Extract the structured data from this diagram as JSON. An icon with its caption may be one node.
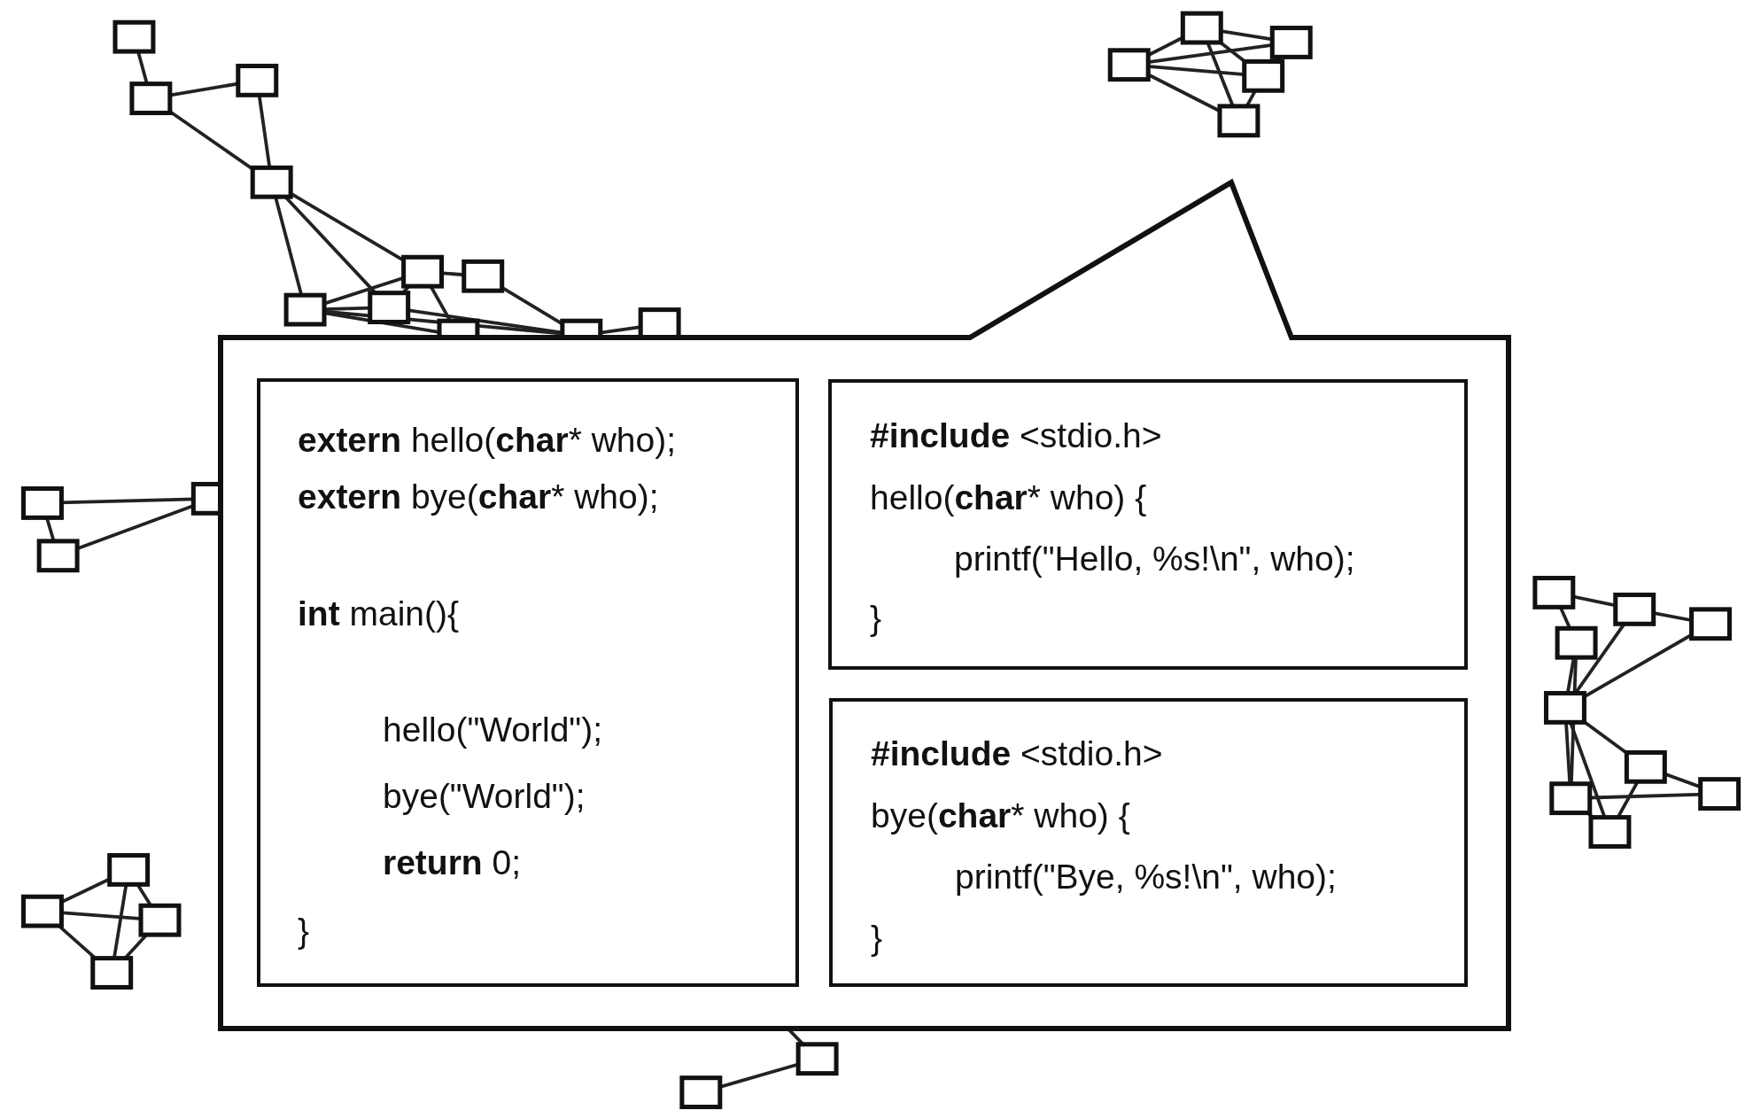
{
  "diagram": {
    "nodes": [
      {
        "text": [],
        "shape": "box"
      },
      {
        "text": [
          "**extern** hello(**char*** who);",
          "**extern** bye(**char*** who);",
          "**int** main(){",
          "hello(\"World\");",
          "bye(\"World\");",
          "**return** 0;",
          "}"
        ],
        "in": 0
      },
      {
        "text": [
          "**#include** <stdio.h>",
          "hello(**char*** who) {",
          "printf(\"Hello, %s!\\n\", who);",
          "}"
        ],
        "in": 0
      },
      {
        "text": [
          "**#include** <stdio.h>",
          "bye(**char*** who) {",
          "printf(\"Bye, %s!\\n\", who);",
          "}"
        ],
        "in": 0
      }
    ]
  }
}
